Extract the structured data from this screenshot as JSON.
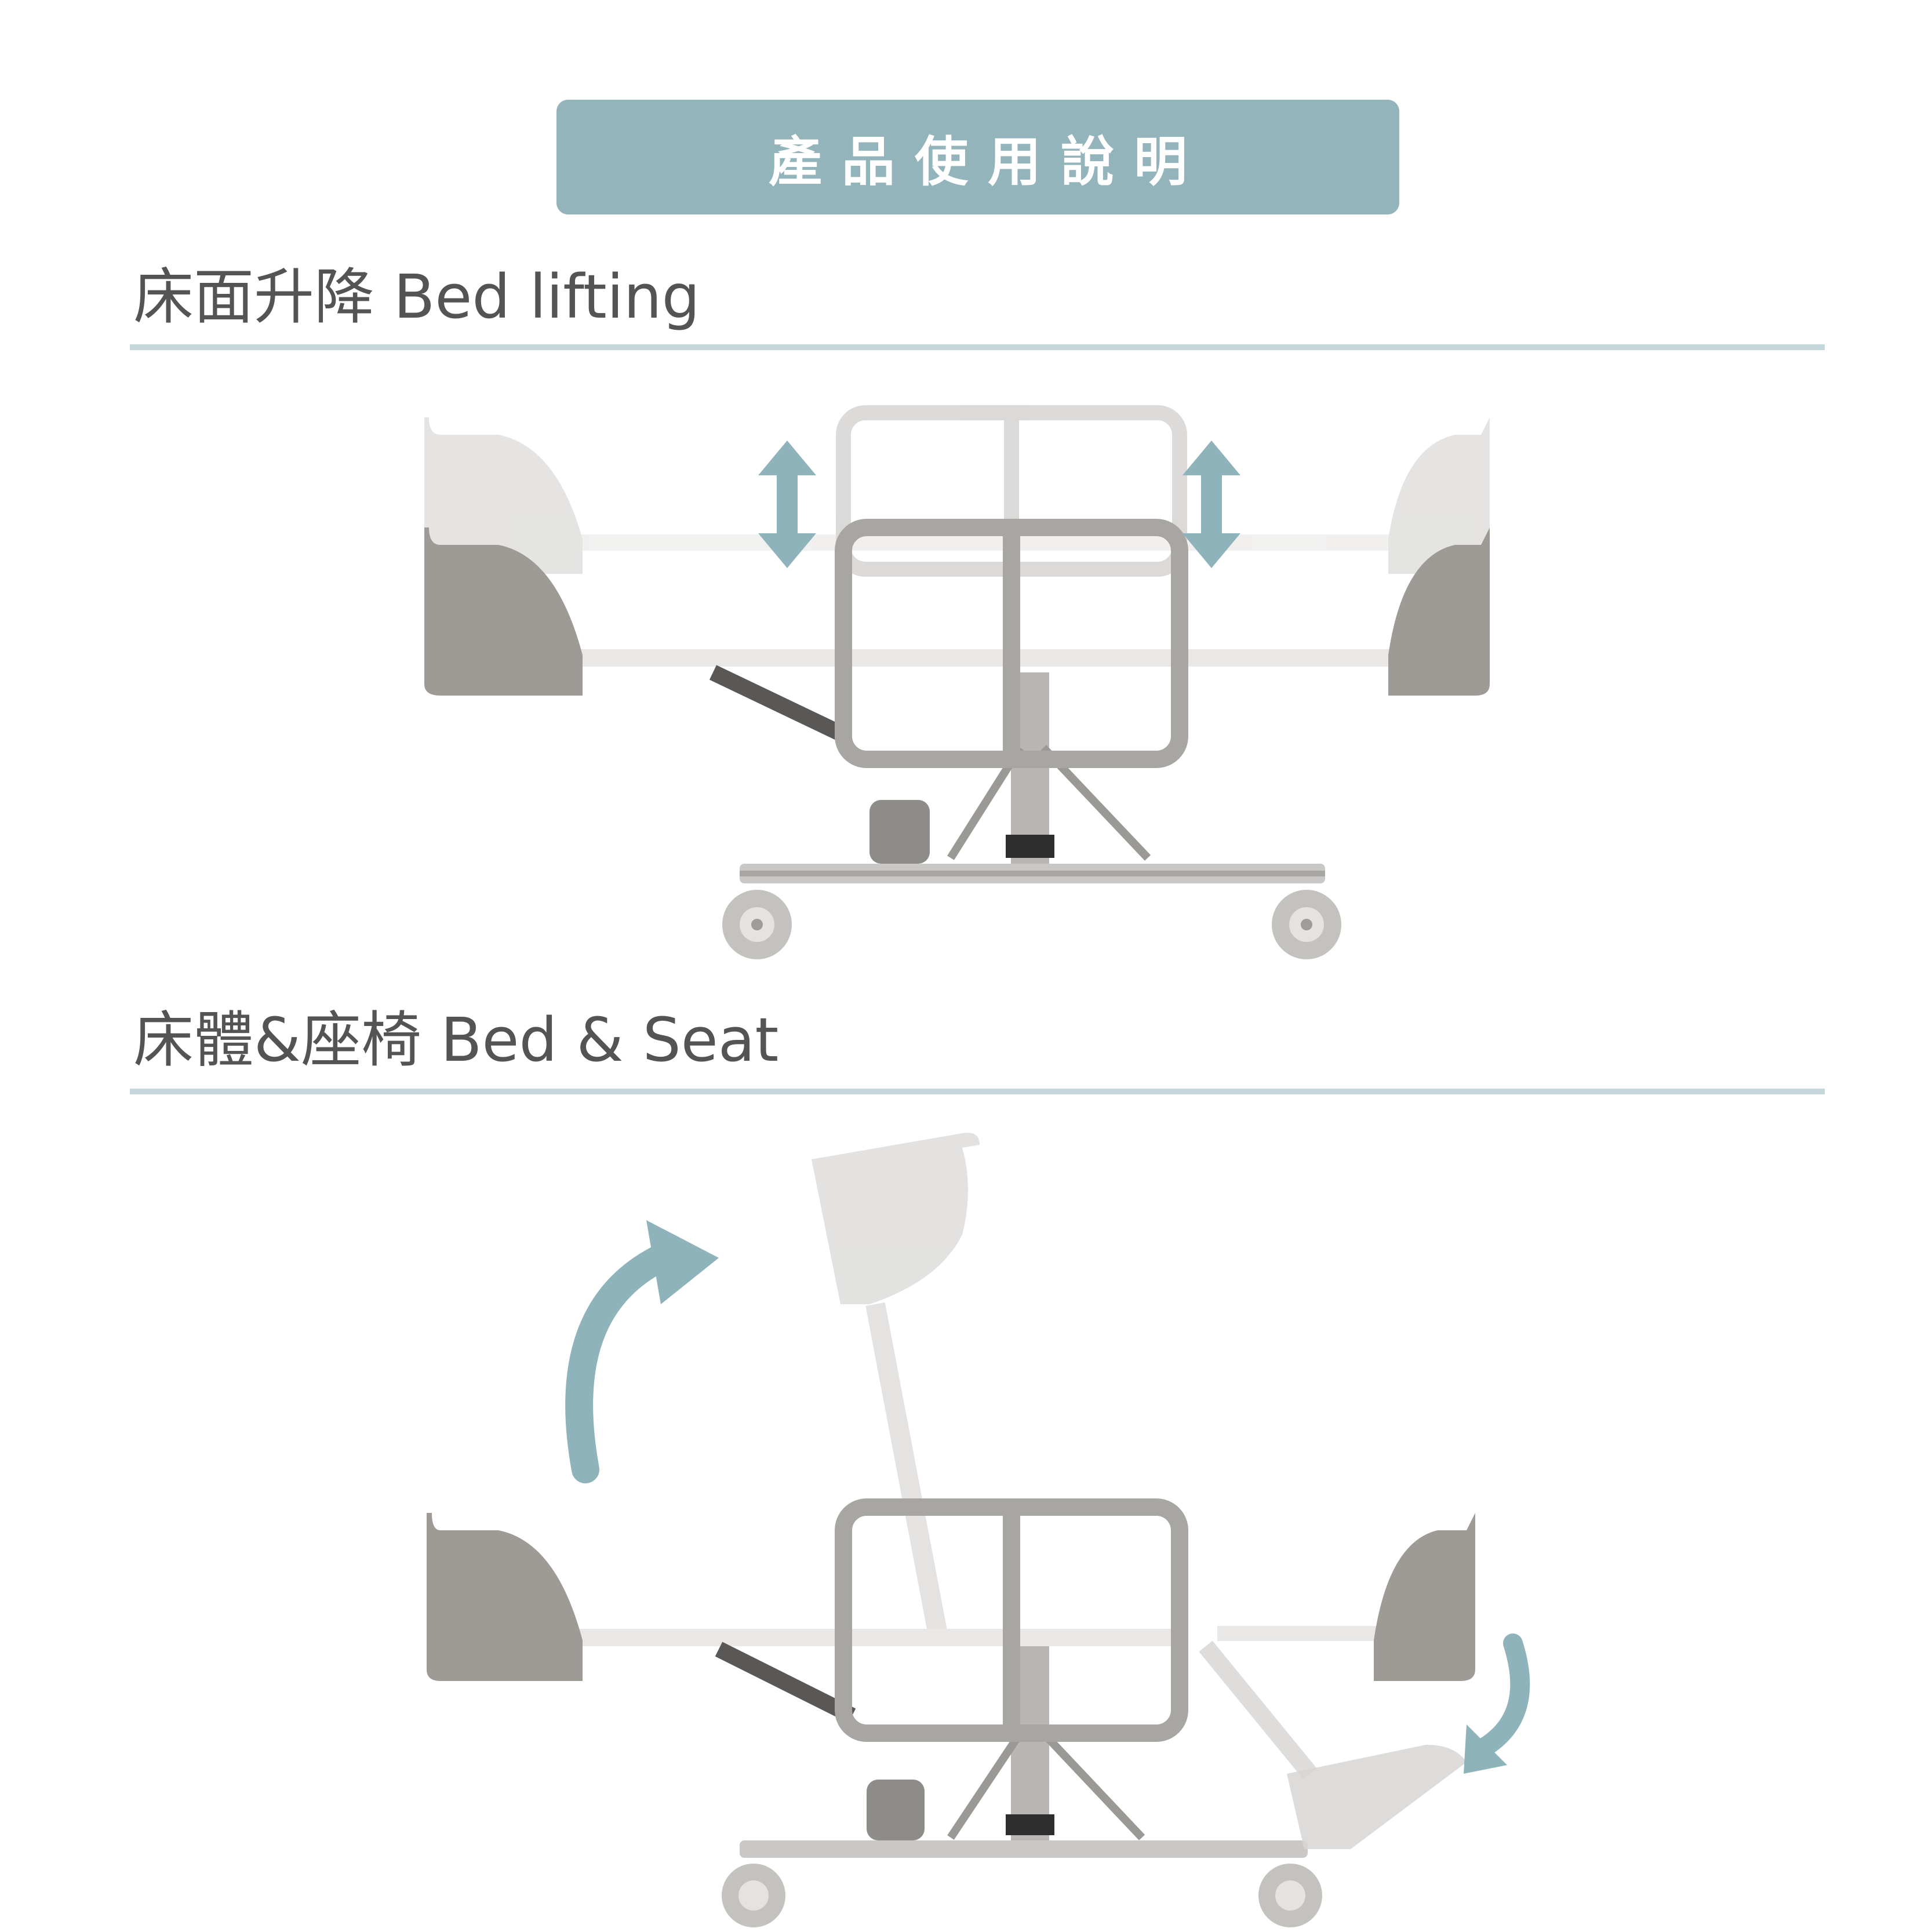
{
  "header": {
    "title": "產品使用說明",
    "banner_color": "#93b4bb"
  },
  "sections": [
    {
      "heading": "床面升降 Bed lifting",
      "icons": [
        "bed-lifting-illustration",
        "up-down-arrow-icon"
      ]
    },
    {
      "heading": "床體&座椅 Bed & Seat",
      "icons": [
        "bed-seat-illustration",
        "curved-arrow-up-icon",
        "curved-arrow-down-icon"
      ]
    }
  ],
  "colors": {
    "heading_text": "#545454",
    "rule": "#c5d7db",
    "arrow": "#8fb3ba",
    "frame_gray": "#a8a6a3",
    "panel_light": "#d9d8d6",
    "panel_dark": "#9e9b97"
  }
}
